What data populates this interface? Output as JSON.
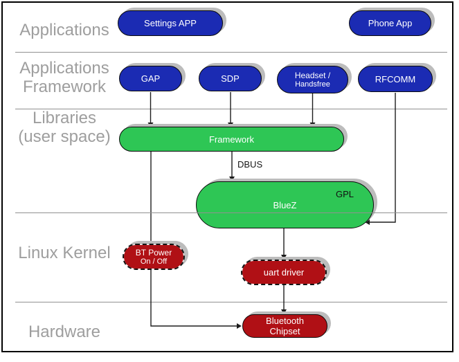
{
  "layers": {
    "applications": {
      "label": "Applications"
    },
    "applications_framework": {
      "line1": "Applications",
      "line2": "Framework"
    },
    "libraries": {
      "line1": "Libraries",
      "line2": "(user space)"
    },
    "linux_kernel": {
      "label": "Linux Kernel"
    },
    "hardware": {
      "label": "Hardware"
    }
  },
  "nodes": {
    "settings_app": {
      "label": "Settings APP"
    },
    "phone_app": {
      "label": "Phone App"
    },
    "gap": {
      "label": "GAP"
    },
    "sdp": {
      "label": "SDP"
    },
    "headset": {
      "line1": "Headset /",
      "line2": "Handsfree"
    },
    "rfcomm": {
      "label": "RFCOMM"
    },
    "framework": {
      "label": "Framework"
    },
    "bluez": {
      "label": "BlueZ",
      "annotation": "GPL"
    },
    "bt_power": {
      "line1": "BT Power",
      "line2": "On / Off"
    },
    "uart_driver": {
      "label": "uart driver"
    },
    "bluetooth_chipset": {
      "line1": "Bluetooth",
      "line2": "Chipset"
    }
  },
  "edges": {
    "dbus_label": "DBUS"
  },
  "colors": {
    "app_blue": "#1b2bb3",
    "user_space_green": "#2ec655",
    "kernel_red": "#b01015",
    "layer_label_gray": "#9e9e9e",
    "divider_gray": "#909090",
    "shadow_gray": "#bcbcbc",
    "connector_black": "#1c1c1c"
  }
}
